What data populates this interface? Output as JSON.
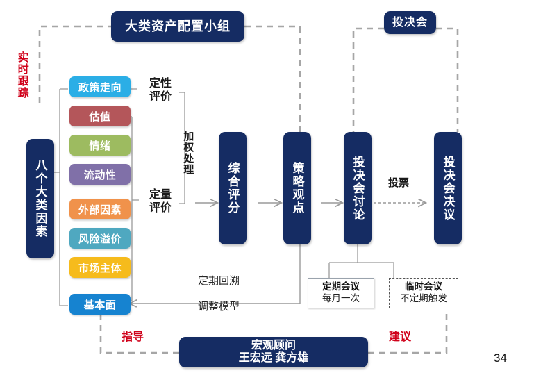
{
  "slide": {
    "page_number": "34",
    "background": "#ffffff",
    "navy": "#152C63",
    "red": "#D0021B"
  },
  "header": {
    "asset_allocation_group": "大类资产配置小组",
    "investment_committee": "投决会"
  },
  "left": {
    "realtime_tracking": "实时跟踪",
    "eight_factors": "八个大类因素"
  },
  "factors": [
    {
      "label": "政策走向",
      "color": "#2BAEE6"
    },
    {
      "label": "估值",
      "color": "#B4565A"
    },
    {
      "label": "情绪",
      "color": "#9DBB60"
    },
    {
      "label": "流动性",
      "color": "#8070A8"
    },
    {
      "label": "外部因素",
      "color": "#F0924B"
    },
    {
      "label": "风险溢价",
      "color": "#4FA8C0"
    },
    {
      "label": "市场主体",
      "color": "#F6BB1C"
    },
    {
      "label": "基本面",
      "color": "#1683D0"
    }
  ],
  "evaluation": {
    "qualitative": "定性\n评价",
    "quantitative": "定量\n评价",
    "weighting": "加权处理"
  },
  "pipeline": [
    {
      "label": "综合评分"
    },
    {
      "label": "策略观点"
    },
    {
      "label": "投决会讨论"
    },
    {
      "label": "投决会决议"
    }
  ],
  "connectors": {
    "vote": "投票",
    "periodic_review": "定期回溯",
    "adjust_model": "调整模型",
    "guidance": "指导",
    "advice": "建议"
  },
  "meetings": [
    {
      "title": "定期会议",
      "detail": "每月一次",
      "border": "solid"
    },
    {
      "title": "临时会议",
      "detail": "不定期触发",
      "border": "dashed"
    }
  ],
  "advisor": {
    "role": "宏观顾问",
    "names": "王宏远 龚方雄"
  }
}
